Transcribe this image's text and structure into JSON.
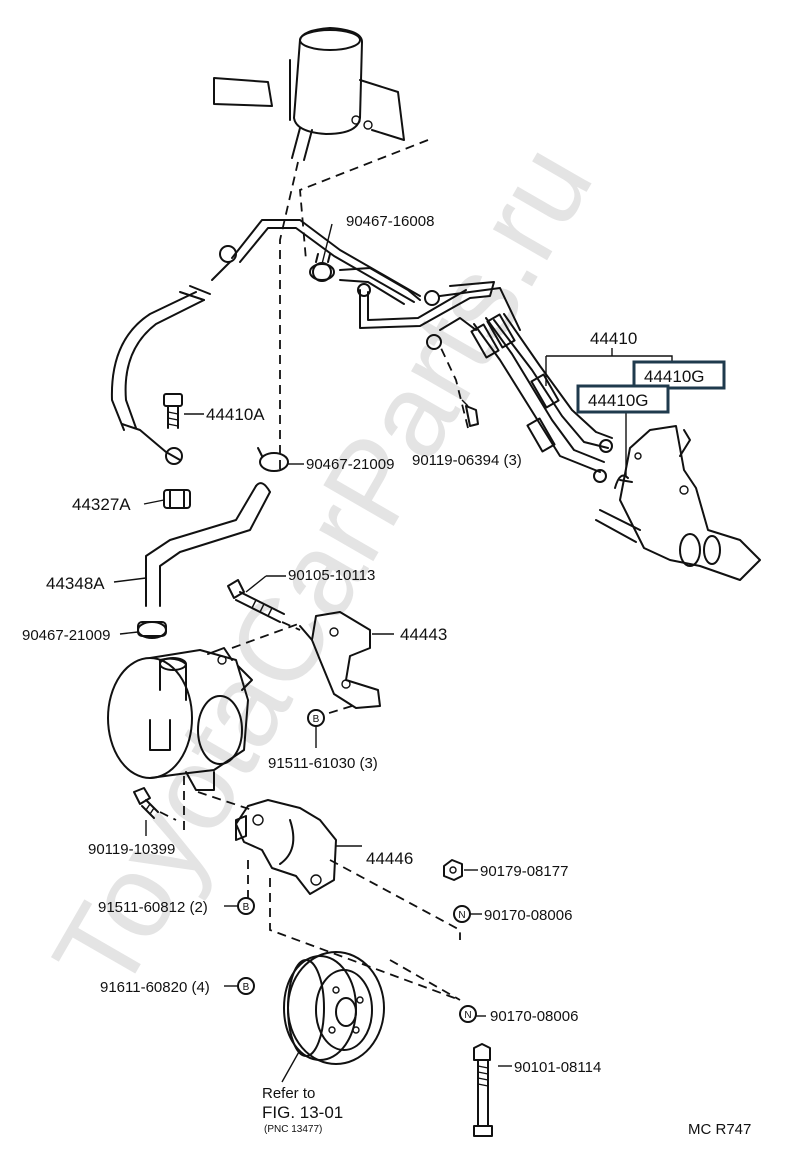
{
  "watermark": "ToyotaCarParts.ru",
  "labels": {
    "p90467_16008": "90467-16008",
    "p44410": "44410",
    "p44410G_a": "44410G",
    "p44410G_b": "44410G",
    "p44410A": "44410A",
    "p90467_21009_top": "90467-21009",
    "p90119_06394": "90119-06394 (3)",
    "p44327A": "44327A",
    "p44348A": "44348A",
    "p90105_10113": "90105-10113",
    "p90467_21009_left": "90467-21009",
    "p44443": "44443",
    "p91511_61030": "91511-61030 (3)",
    "p90119_10399": "90119-10399",
    "p44446": "44446",
    "p90179_08177": "90179-08177",
    "p91511_60812": "91511-60812 (2)",
    "p90170_08006_a": "90170-08006",
    "p91611_60820": "91611-60820 (4)",
    "p90170_08006_b": "90170-08006",
    "p90101_08114": "90101-08114",
    "refer_line1": "Refer to",
    "refer_line2": "FIG. 13-01",
    "refer_line3": "(PNC 13477)",
    "code": "MC R747"
  },
  "markers": {
    "b": "B",
    "n": "N"
  },
  "colors": {
    "highlight_box": "#1f3a4d",
    "ink": "#111111",
    "watermark": "#e4e4e4"
  }
}
